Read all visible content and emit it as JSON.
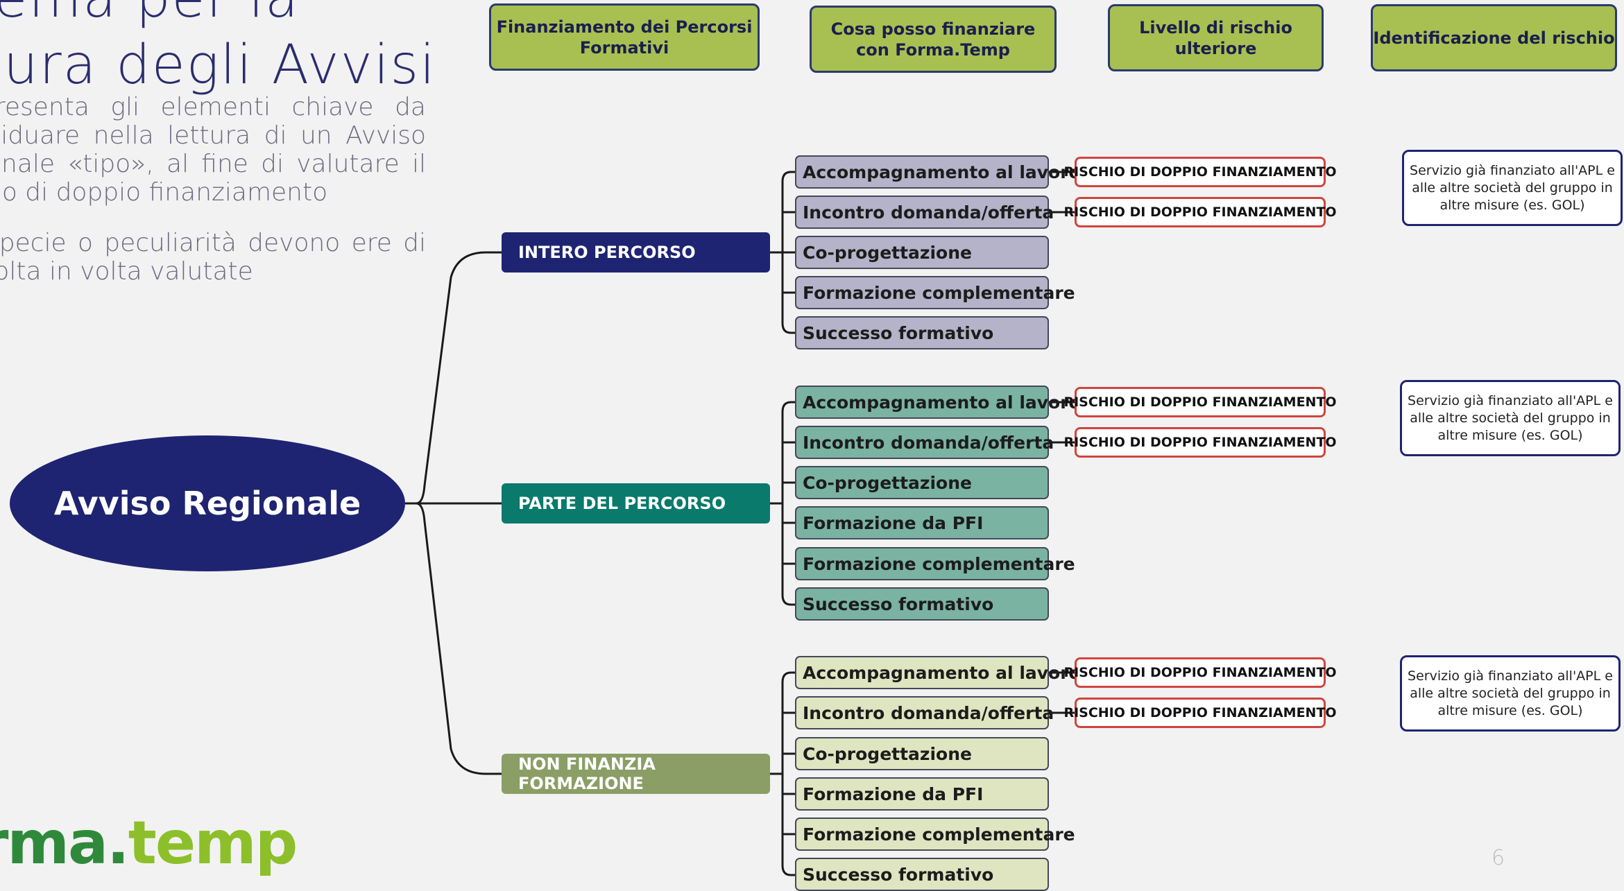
{
  "slide": {
    "title_line1": "hema per la",
    "title_line2": "ttura degli Avvisi",
    "intro_para1": "presenta gli elementi chiave da ividuare nella lettura di un Avviso ionale «tipo», al fine di valutare il hio di doppio finanziamento",
    "intro_para2": "ispecie o peculiarità devono ere di volta in volta valutate",
    "logo_part1": "rma.",
    "logo_part2": "temp",
    "page_number": "6"
  },
  "headers": [
    "Finanziamento dei Percorsi Formativi",
    "Cosa posso finanziare con Forma.Temp",
    "Livello di rischio ulteriore",
    "Identificazione del rischio"
  ],
  "root": {
    "label": "Avviso Regionale",
    "color": "#1e2472"
  },
  "branches": [
    {
      "label": "INTERO PERCORSO",
      "color": "#1e2472",
      "item_color": "#b5b3c9",
      "items": [
        "Accompagnamento al lavoro",
        "Incontro domanda/offerta",
        "Co-progettazione",
        "Formazione complementare",
        "Successo formativo"
      ],
      "risks": [
        "RISCHIO DI DOPPIO FINANZIAMENTO",
        "RISCHIO DI DOPPIO FINANZIAMENTO"
      ],
      "note": "Servizio già finanziato all'APL e alle altre società del gruppo in altre misure (es. GOL)"
    },
    {
      "label": "PARTE DEL PERCORSO",
      "color": "#0a7a6c",
      "item_color": "#7ab3a2",
      "items": [
        "Accompagnamento al lavoro",
        "Incontro domanda/offerta",
        "Co-progettazione",
        "Formazione da PFI",
        "Formazione complementare",
        "Successo formativo"
      ],
      "risks": [
        "RISCHIO DI DOPPIO FINANZIAMENTO",
        "RISCHIO DI DOPPIO FINANZIAMENTO"
      ],
      "note": "Servizio già finanziato all'APL e alle altre società del gruppo in altre misure (es. GOL)"
    },
    {
      "label": "NON FINANZIA FORMAZIONE",
      "color": "#8a9e65",
      "item_color": "#e0e5c1",
      "items": [
        "Accompagnamento al lavoro",
        "Incontro domanda/offerta",
        "Co-progettazione",
        "Formazione da PFI",
        "Formazione complementare",
        "Successo formativo"
      ],
      "risks": [
        "RISCHIO DI DOPPIO FINANZIAMENTO",
        "RISCHIO DI DOPPIO FINANZIAMENTO"
      ],
      "note": "Servizio già finanziato all'APL e alle altre società del gruppo in altre misure (es. GOL)"
    }
  ]
}
